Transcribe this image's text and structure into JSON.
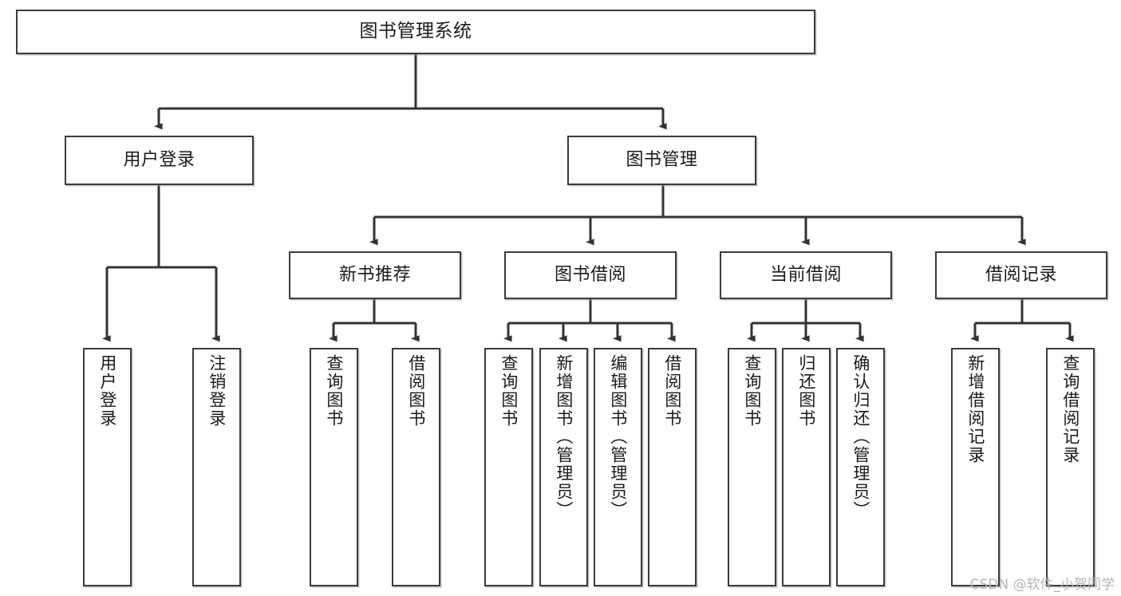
{
  "diagram": {
    "title": "图书管理系统",
    "type": "tree",
    "watermark": "CSDN @软件_小贺同学",
    "colors": {
      "box_border": "#3b3b3b",
      "box_fill": "#ffffff",
      "edge": "#333333",
      "text": "#1a1a1a",
      "watermark": "#b6b6b6"
    },
    "levels": {
      "root": "图书管理系统",
      "level2": [
        "用户登录",
        "图书管理"
      ],
      "level3": [
        "新书推荐",
        "图书借阅",
        "当前借阅",
        "借阅记录"
      ]
    },
    "nodes": {
      "root": {
        "label": "图书管理系统"
      },
      "user_login": {
        "label": "用户登录"
      },
      "book_manage": {
        "label": "图书管理"
      },
      "new_book_rec": {
        "label": "新书推荐"
      },
      "book_borrow": {
        "label": "图书借阅"
      },
      "current_borrow": {
        "label": "当前借阅"
      },
      "borrow_record": {
        "label": "借阅记录"
      },
      "leaf_user_login": {
        "label": "用户登录"
      },
      "leaf_user_logout": {
        "label": "注销登录"
      },
      "leaf_rec_query": {
        "label": "查询图书"
      },
      "leaf_rec_borrow": {
        "label": "借阅图书"
      },
      "leaf_borrow_query": {
        "label": "查询图书"
      },
      "leaf_borrow_add": {
        "label": "新增图书（管理员）"
      },
      "leaf_borrow_edit": {
        "label": "编辑图书（管理员）"
      },
      "leaf_borrow_borrow": {
        "label": "借阅图书"
      },
      "leaf_cur_query": {
        "label": "查询图书"
      },
      "leaf_cur_return": {
        "label": "归还图书"
      },
      "leaf_cur_confirm": {
        "label": "确认归还（管理员）"
      },
      "leaf_rec_add": {
        "label": "新增借阅记录"
      },
      "leaf_rec_query_record": {
        "label": "查询借阅记录"
      }
    },
    "edges": [
      {
        "from": "root",
        "to": "user_login"
      },
      {
        "from": "root",
        "to": "book_manage"
      },
      {
        "from": "user_login",
        "to": "leaf_user_login"
      },
      {
        "from": "user_login",
        "to": "leaf_user_logout"
      },
      {
        "from": "book_manage",
        "to": "new_book_rec"
      },
      {
        "from": "book_manage",
        "to": "book_borrow"
      },
      {
        "from": "book_manage",
        "to": "current_borrow"
      },
      {
        "from": "book_manage",
        "to": "borrow_record"
      },
      {
        "from": "new_book_rec",
        "to": "leaf_rec_query"
      },
      {
        "from": "new_book_rec",
        "to": "leaf_rec_borrow"
      },
      {
        "from": "book_borrow",
        "to": "leaf_borrow_query"
      },
      {
        "from": "book_borrow",
        "to": "leaf_borrow_add"
      },
      {
        "from": "book_borrow",
        "to": "leaf_borrow_edit"
      },
      {
        "from": "book_borrow",
        "to": "leaf_borrow_borrow"
      },
      {
        "from": "current_borrow",
        "to": "leaf_cur_query"
      },
      {
        "from": "current_borrow",
        "to": "leaf_cur_return"
      },
      {
        "from": "current_borrow",
        "to": "leaf_cur_confirm"
      },
      {
        "from": "borrow_record",
        "to": "leaf_rec_add"
      },
      {
        "from": "borrow_record",
        "to": "leaf_rec_query_record"
      }
    ]
  }
}
